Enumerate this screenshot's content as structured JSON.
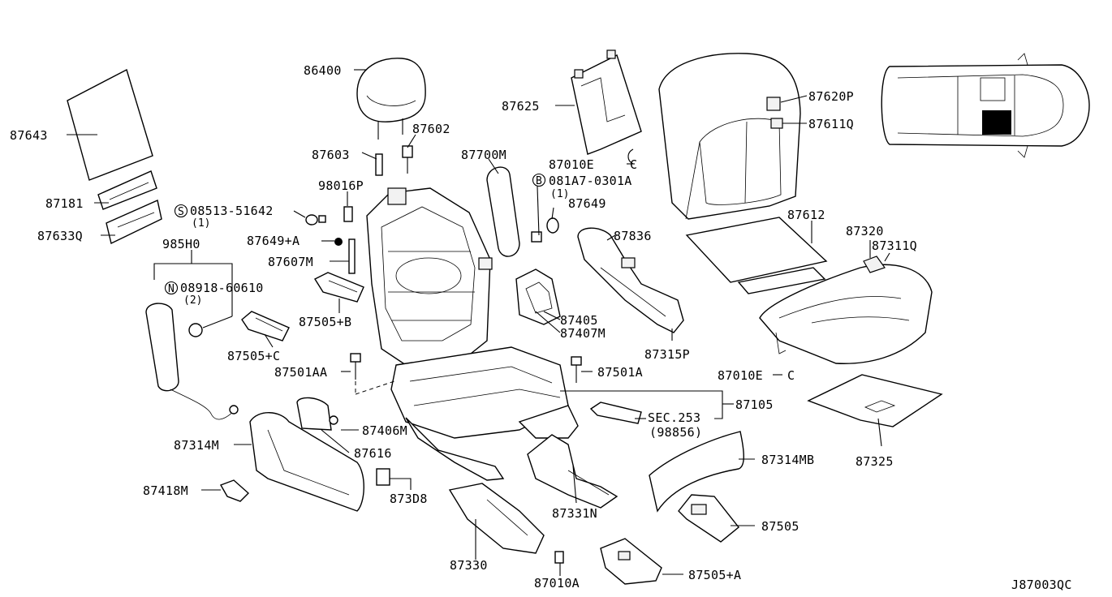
{
  "diagram_code": "J87003QC",
  "labels": {
    "p86400": "86400",
    "p87602": "87602",
    "p87603": "87603",
    "p98016P": "98016P",
    "p87643": "87643",
    "p87181": "87181",
    "p87633Q": "87633Q",
    "p985H0": "985H0",
    "bolt_08513_code": "08513-51642",
    "bolt_08513_qty": "(1)",
    "nut_08918_code": "08918-60610",
    "nut_08918_qty": "(2)",
    "p87649A": "87649+A",
    "p87607M": "87607M",
    "p87505B": "87505+B",
    "p87505C": "87505+C",
    "p87501AA": "87501AA",
    "p87625": "87625",
    "p87700M": "87700M",
    "p87010E_top": "87010E",
    "bolt_081A7_code": "081A7-0301A",
    "bolt_081A7_qty": "(1)",
    "p87649": "87649",
    "p87836": "87836",
    "p87405": "87405",
    "p87407M": "87407M",
    "p87315P": "87315P",
    "p87501A": "87501A",
    "p87105": "87105",
    "sec_ref": "SEC.253",
    "sec_sub": "(98856)",
    "p87620P": "87620P",
    "p87611Q": "87611Q",
    "p87612": "87612",
    "p87320": "87320",
    "p87311Q": "87311Q",
    "p87010E_right": "87010E",
    "p87325": "87325",
    "p87314M": "87314M",
    "p87406M": "87406M",
    "p87616": "87616",
    "p87418M": "87418M",
    "p873D8": "873D8",
    "p87314MB": "87314MB",
    "p87331N": "87331N",
    "p87505": "87505",
    "p87330": "87330",
    "p87010A": "87010A",
    "p87505A": "87505+A",
    "clip_c": "C",
    "mark_s": "S",
    "mark_n": "N",
    "mark_b": "B"
  }
}
